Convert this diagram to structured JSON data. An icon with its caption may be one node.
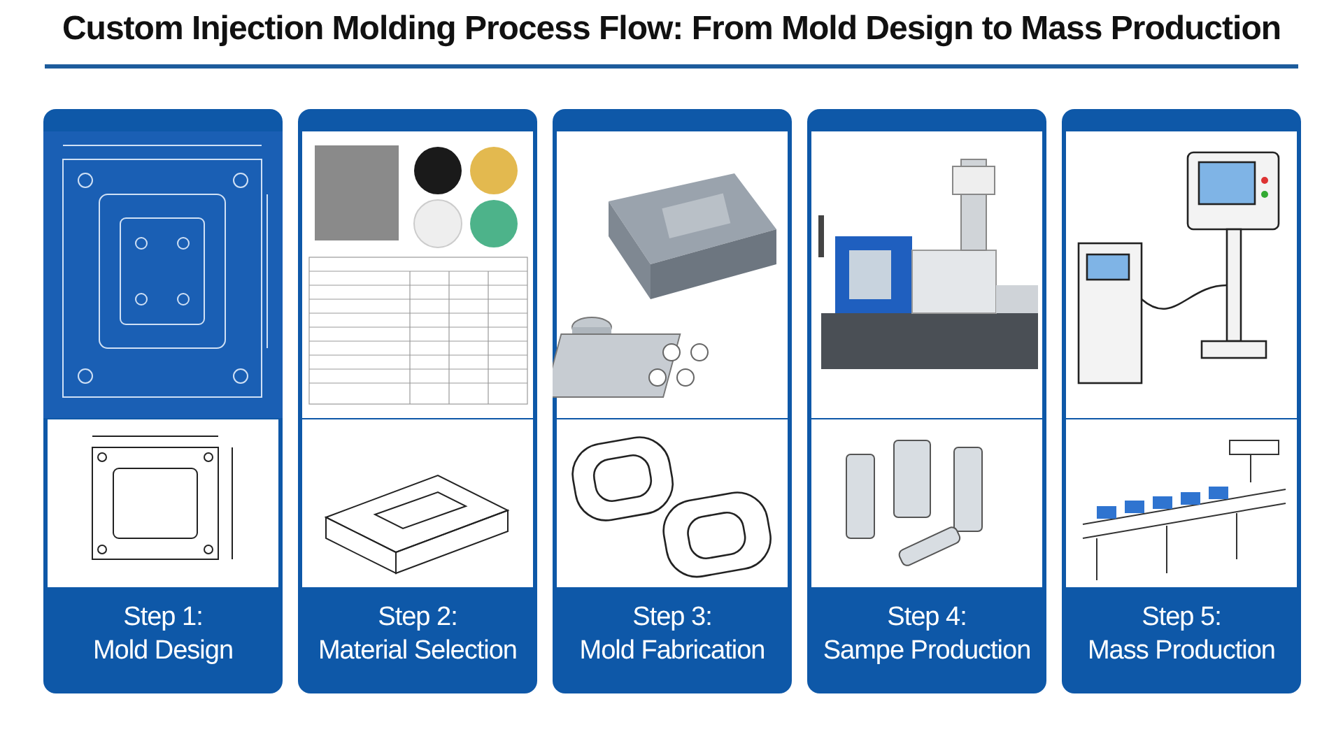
{
  "diagram": {
    "title": "Custom Injection Molding Process Flow: From Mold Design to Mass Production",
    "nodes": [
      {
        "text": [
          "Step 1:",
          "Mold Design"
        ]
      },
      {
        "text": [
          "Step 2:",
          "Material Selection"
        ]
      },
      {
        "text": [
          "Step 3:",
          "Mold Fabrication"
        ]
      },
      {
        "text": [
          "Step 4:",
          "Sampe Production"
        ]
      },
      {
        "text": [
          "Step 5:",
          "Mass Production"
        ]
      }
    ],
    "edges": []
  }
}
